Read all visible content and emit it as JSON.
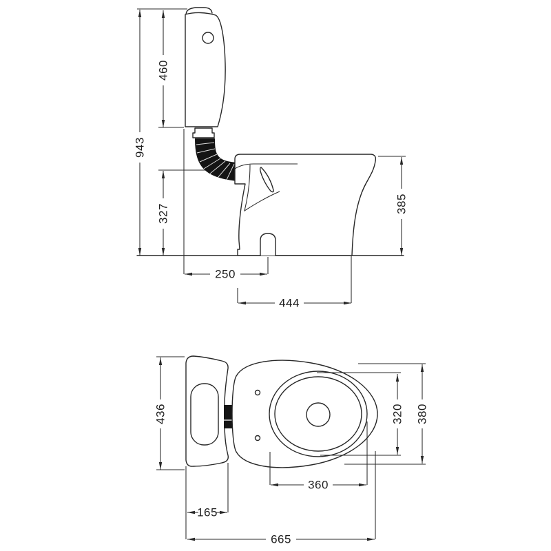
{
  "drawing": {
    "background": "#ffffff",
    "line_color": "#282828",
    "text_color": "#1e1e1e",
    "side_view": {
      "overall_height": "943",
      "cistern_height": "460",
      "pipe_inlet_height": "327",
      "pan_height": "385",
      "outlet_from_wall": "250",
      "pan_projection": "444"
    },
    "plan_view": {
      "cistern_width": "436",
      "cistern_depth": "165",
      "overall_depth": "665",
      "seat_opening_length": "360",
      "seat_opening_width": "320",
      "pan_width": "380"
    }
  }
}
